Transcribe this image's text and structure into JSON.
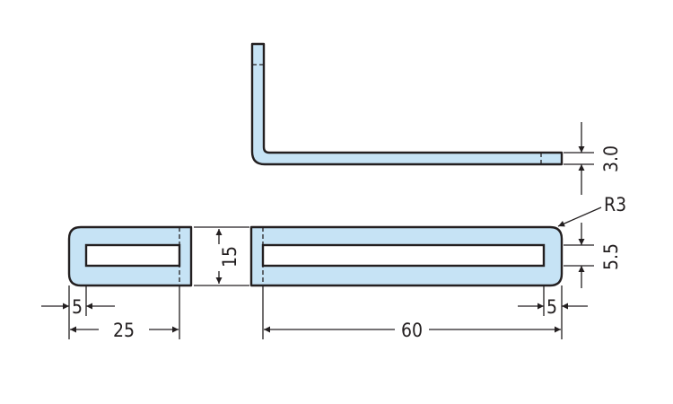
{
  "colors": {
    "part_fill": "#c6e3f5",
    "line": "#231f20",
    "background": "#ffffff"
  },
  "dimensions": {
    "thickness": "3.0",
    "radius": "R3",
    "slot_width": "5.5",
    "height": "15",
    "short_leg_length": "25",
    "long_leg_length": "60",
    "slot_margin_left": "5",
    "slot_margin_right": "5"
  }
}
